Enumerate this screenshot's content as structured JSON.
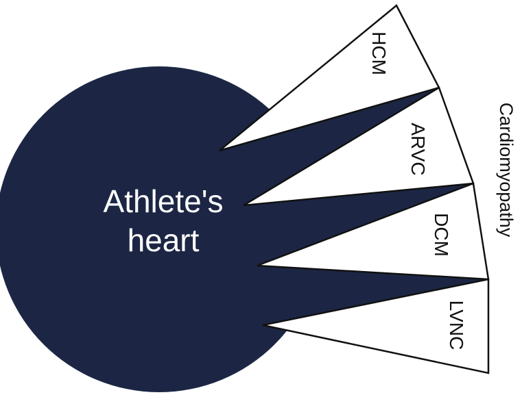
{
  "center": {
    "line1": "Athlete's",
    "line2": "heart"
  },
  "group_label": "Cardiomyopathy",
  "wedges": [
    {
      "label": "HCM"
    },
    {
      "label": "ARVC"
    },
    {
      "label": "DCM"
    },
    {
      "label": "LVNC"
    }
  ],
  "colors": {
    "fill": "#1c2644",
    "outline": "#111111",
    "wedge": "#ffffff"
  }
}
